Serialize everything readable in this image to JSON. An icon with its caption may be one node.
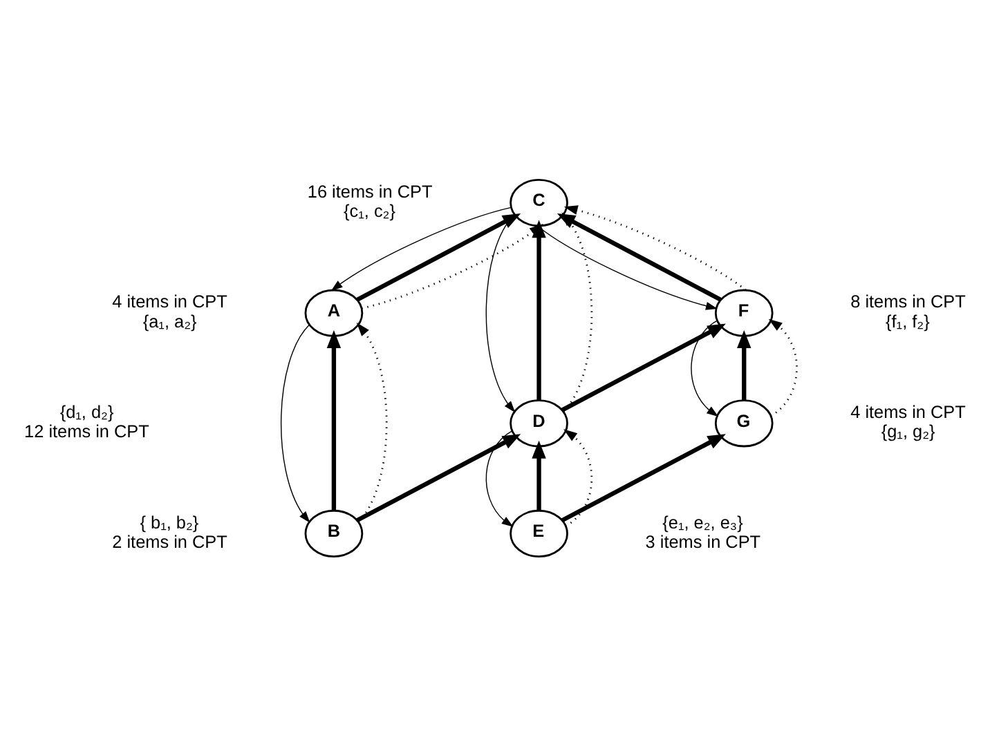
{
  "diagram": {
    "nodes": [
      {
        "text": [
          "C"
        ],
        "beside": [
          "16 items in CPT",
          "{c₁, c₂}"
        ]
      },
      {
        "text": [
          "A"
        ],
        "beside": [
          "4 items in CPT",
          "{a₁, a₂}"
        ]
      },
      {
        "text": [
          "F"
        ],
        "beside": [
          "8 items in CPT",
          "{f₁, f₂}"
        ]
      },
      {
        "text": [
          "D"
        ],
        "beside": [
          "{d₁, d₂}",
          "12 items in CPT"
        ]
      },
      {
        "text": [
          "G"
        ],
        "beside": [
          "4 items in CPT",
          "{g₁, g₂}"
        ]
      },
      {
        "text": [
          "B"
        ],
        "beside": [
          "{ b₁, b₂}",
          "2 items in CPT"
        ]
      },
      {
        "text": [
          "E"
        ],
        "beside": [
          "{e₁, e₂, e₃}",
          "3 items in CPT"
        ]
      }
    ],
    "edges": [
      {
        "from": 1,
        "to": 0,
        "arrow": "to",
        "style": "thick"
      },
      {
        "from": 3,
        "to": 0,
        "arrow": "to",
        "style": "thick"
      },
      {
        "from": 2,
        "to": 0,
        "arrow": "to",
        "style": "thick"
      },
      {
        "from": 5,
        "to": 1,
        "arrow": "to",
        "style": "thick"
      },
      {
        "from": 5,
        "to": 3,
        "arrow": "to",
        "style": "thick"
      },
      {
        "from": 3,
        "to": 2,
        "arrow": "to",
        "style": "thick"
      },
      {
        "from": 6,
        "to": 3,
        "arrow": "to",
        "style": "thick"
      },
      {
        "from": 6,
        "to": 4,
        "arrow": "to",
        "style": "thick"
      },
      {
        "from": 4,
        "to": 2,
        "arrow": "to",
        "style": "thick"
      },
      {
        "from": 0,
        "to": 1,
        "arrow": "to"
      },
      {
        "from": 1,
        "to": 0,
        "arrow": "to",
        "style": "dashed"
      },
      {
        "from": 0,
        "to": 3,
        "arrow": "to"
      },
      {
        "from": 3,
        "to": 0,
        "arrow": "to",
        "style": "dashed"
      },
      {
        "from": 0,
        "to": 2,
        "arrow": "to"
      },
      {
        "from": 2,
        "to": 0,
        "arrow": "to",
        "style": "dashed"
      },
      {
        "from": 1,
        "to": 5,
        "arrow": "to"
      },
      {
        "from": 5,
        "to": 1,
        "arrow": "to",
        "style": "dashed"
      },
      {
        "from": 3,
        "to": 6,
        "arrow": "to"
      },
      {
        "from": 6,
        "to": 3,
        "arrow": "to",
        "style": "dashed"
      },
      {
        "from": 2,
        "to": 4,
        "arrow": "to"
      },
      {
        "from": 4,
        "to": 2,
        "arrow": "to",
        "style": "dashed"
      }
    ]
  }
}
